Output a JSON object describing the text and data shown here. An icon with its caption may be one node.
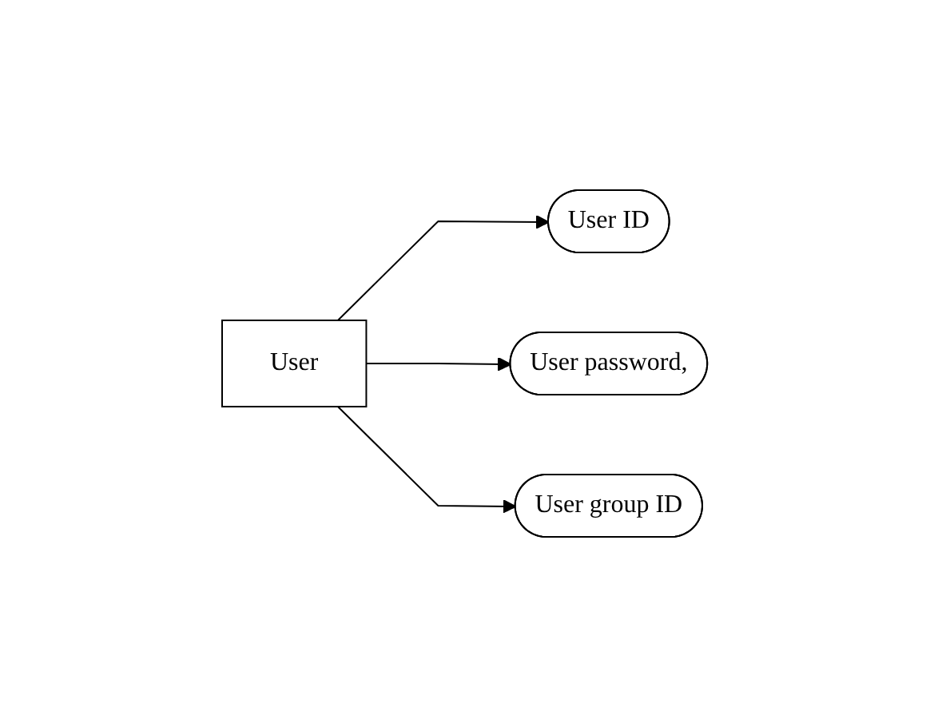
{
  "diagram": {
    "nodes": [
      {
        "text": [
          "User"
        ]
      },
      {
        "text": [
          "User ID"
        ]
      },
      {
        "text": [
          "User password,"
        ]
      },
      {
        "text": [
          "User group ID"
        ]
      }
    ],
    "edges": [
      {
        "from": 0,
        "to": 1,
        "arrow": "to"
      },
      {
        "from": 0,
        "to": 2,
        "arrow": "to"
      },
      {
        "from": 0,
        "to": 3,
        "arrow": "to"
      }
    ]
  }
}
